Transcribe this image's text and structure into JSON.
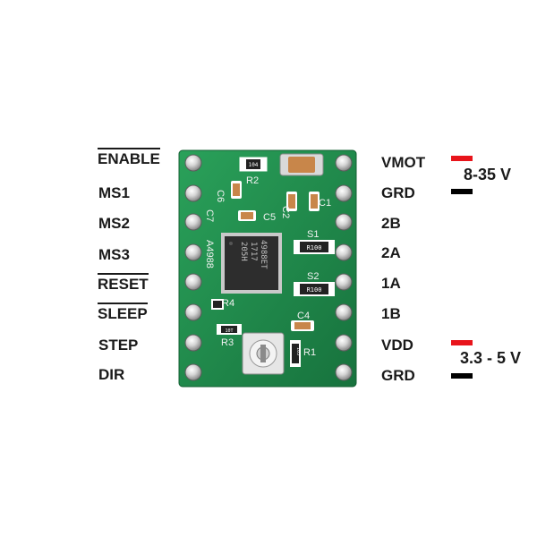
{
  "pinout": {
    "left_pins": [
      {
        "label": "ENABLE",
        "overline": true
      },
      {
        "label": "MS1",
        "overline": false
      },
      {
        "label": "MS2",
        "overline": false
      },
      {
        "label": "MS3",
        "overline": false
      },
      {
        "label": "RESET",
        "overline": true
      },
      {
        "label": "SLEEP",
        "overline": true
      },
      {
        "label": "STEP",
        "overline": false
      },
      {
        "label": "DIR",
        "overline": false
      }
    ],
    "right_pins": [
      {
        "label": "VMOT"
      },
      {
        "label": "GRD"
      },
      {
        "label": "2B"
      },
      {
        "label": "2A"
      },
      {
        "label": "1A"
      },
      {
        "label": "1B"
      },
      {
        "label": "VDD"
      },
      {
        "label": "GRD"
      }
    ],
    "motor_voltage": "8-35 V",
    "logic_voltage": "3.3 - 5 V",
    "wire_colors": {
      "positive": "#e8141b",
      "ground": "#000000"
    }
  },
  "board": {
    "color": "#1f8a4c",
    "chip_lines": [
      "4988ET",
      "1717",
      "205H"
    ],
    "silkscreen": [
      "R2",
      "R3",
      "R1",
      "C6",
      "C7",
      "C5",
      "C2",
      "C1",
      "C4",
      "S1",
      "S2",
      "A4988",
      "R4"
    ],
    "resistor_codes": [
      "104",
      "R100",
      "R100",
      "10T",
      "103"
    ]
  }
}
